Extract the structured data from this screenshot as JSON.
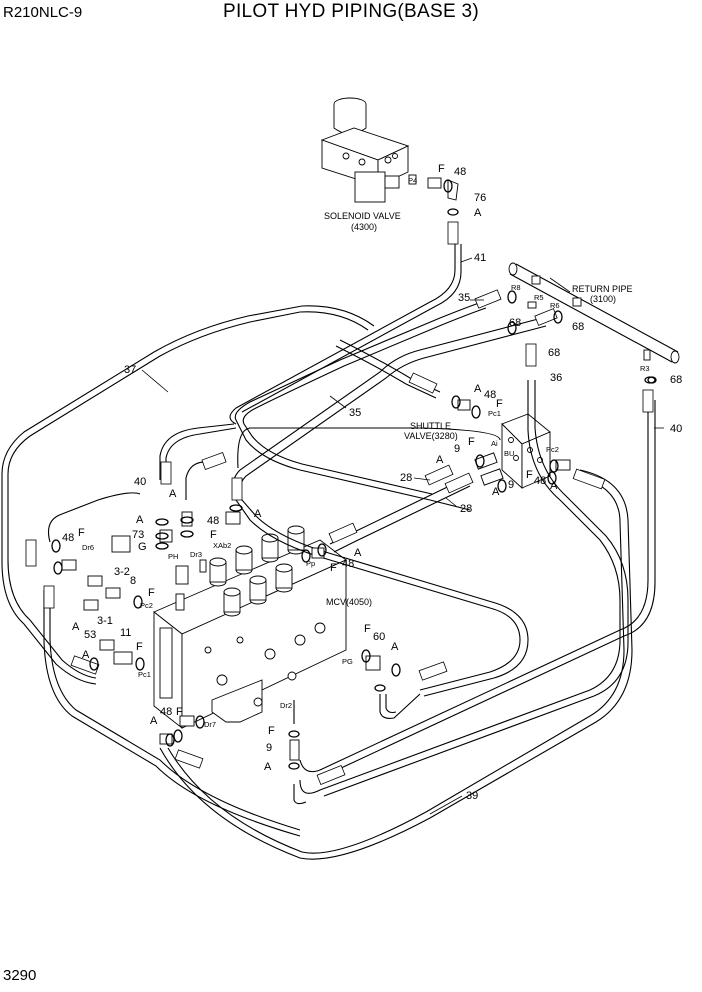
{
  "header": {
    "model": "R210NLC-9",
    "title": "PILOT HYD PIPING(BASE 3)"
  },
  "footer": {
    "page": "3290"
  },
  "components": {
    "solenoid": [
      "SOLENOID VALVE",
      "(4300)"
    ],
    "return_pipe": [
      "RETURN PIPE",
      "(3100)"
    ],
    "shuttle": [
      "SHUTTLE",
      "VALVE(3280)"
    ],
    "mcv": "MCV(4050)"
  },
  "callouts": [
    {
      "t": "P4"
    },
    {
      "t": "F"
    },
    {
      "t": "48"
    },
    {
      "t": "76"
    },
    {
      "t": "A"
    },
    {
      "t": "41"
    },
    {
      "t": "R8"
    },
    {
      "t": "R5"
    },
    {
      "t": "R6"
    },
    {
      "t": "R3"
    },
    {
      "t": "35"
    },
    {
      "t": "68"
    },
    {
      "t": "68"
    },
    {
      "t": "68"
    },
    {
      "t": "68"
    },
    {
      "t": "36"
    },
    {
      "t": "40"
    },
    {
      "t": "37"
    },
    {
      "t": "35"
    },
    {
      "t": "A"
    },
    {
      "t": "48"
    },
    {
      "t": "F"
    },
    {
      "t": "Pc1"
    },
    {
      "t": "F"
    },
    {
      "t": "9"
    },
    {
      "t": "A"
    },
    {
      "t": "Ai"
    },
    {
      "t": "BU"
    },
    {
      "t": "Pc2"
    },
    {
      "t": "28"
    },
    {
      "t": "A"
    },
    {
      "t": "9"
    },
    {
      "t": "F"
    },
    {
      "t": "48"
    },
    {
      "t": "A"
    },
    {
      "t": "28"
    },
    {
      "t": "40"
    },
    {
      "t": "A"
    },
    {
      "t": "48"
    },
    {
      "t": "F"
    },
    {
      "t": "A"
    },
    {
      "t": "73"
    },
    {
      "t": "G"
    },
    {
      "t": "PH"
    },
    {
      "t": "Dr3"
    },
    {
      "t": "XAb2"
    },
    {
      "t": "48"
    },
    {
      "t": "F"
    },
    {
      "t": "A"
    },
    {
      "t": "Dr6"
    },
    {
      "t": "3-2"
    },
    {
      "t": "8"
    },
    {
      "t": "F"
    },
    {
      "t": "Pc2"
    },
    {
      "t": "3-1"
    },
    {
      "t": "A"
    },
    {
      "t": "53"
    },
    {
      "t": "11"
    },
    {
      "t": "F"
    },
    {
      "t": "A"
    },
    {
      "t": "Pc1"
    },
    {
      "t": "Pp"
    },
    {
      "t": "F"
    },
    {
      "t": "48"
    },
    {
      "t": "A"
    },
    {
      "t": "F"
    },
    {
      "t": "60"
    },
    {
      "t": "A"
    },
    {
      "t": "PG"
    },
    {
      "t": "48"
    },
    {
      "t": "F"
    },
    {
      "t": "A"
    },
    {
      "t": "Dr7"
    },
    {
      "t": "Dr2"
    },
    {
      "t": "F"
    },
    {
      "t": "9"
    },
    {
      "t": "A"
    },
    {
      "t": "39"
    }
  ]
}
